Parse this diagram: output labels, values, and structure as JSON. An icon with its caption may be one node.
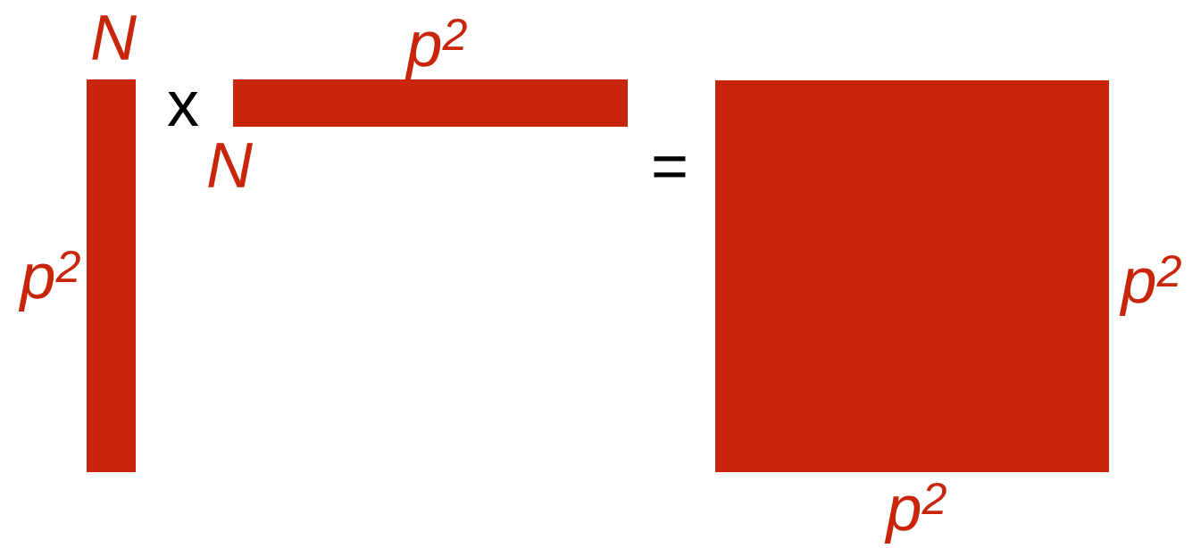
{
  "diagram": {
    "nodes": [
      {
        "text": [],
        "shape": "box",
        "beside": [
          "N",
          "p$^{2}$"
        ]
      },
      {
        "text": [],
        "shape": "box",
        "beside": [
          "p$^{2}$",
          "N"
        ]
      },
      {
        "text": [],
        "shape": "box",
        "beside": [
          "p$^{2}$",
          "p$^{2}$"
        ]
      }
    ],
    "labels": [
      "x",
      "="
    ]
  }
}
